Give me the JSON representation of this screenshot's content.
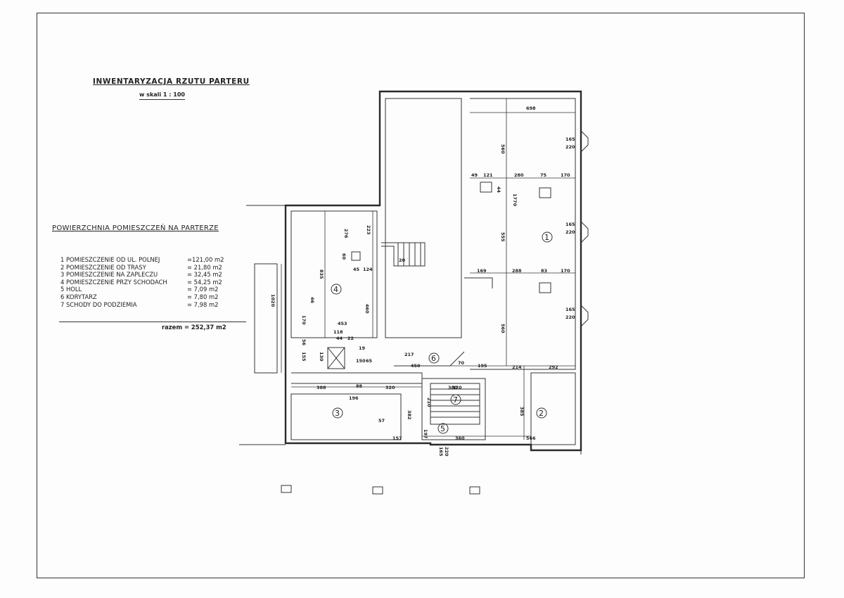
{
  "title": "INWENTARYZACJA RZUTU PARTERU",
  "scale": "w skali 1 : 100",
  "area_heading": "POWIERZCHNIA POMIESZCZEŃ NA PARTERZE",
  "rooms": [
    {
      "name": "1 POMIESZCZENIE OD UL. POLNEJ",
      "area": "=121,00 m2"
    },
    {
      "name": "2 POMIESZCZENIE OD TRASY",
      "area": "= 21,80 m2"
    },
    {
      "name": "3 POMIESZCZENIE NA ZAPLECZU",
      "area": "= 32,45 m2"
    },
    {
      "name": "4 POMIESZCZENIE PRZY SCHODACH",
      "area": "= 54,25 m2"
    },
    {
      "name": "5 HOLL",
      "area": "= 7,09 m2"
    },
    {
      "name": "6 KORYTARZ",
      "area": "= 7,80 m2"
    },
    {
      "name": "7 SCHODY DO PODZIEMIA",
      "area": "= 7,98 m2"
    }
  ],
  "total": "razem = 252,37 m2",
  "room_labels": [
    "1",
    "2",
    "3",
    "4",
    "5",
    "6",
    "7"
  ],
  "dimensions": [
    "698",
    "560",
    "165",
    "220",
    "49",
    "121",
    "280",
    "75",
    "170",
    "44",
    "1770",
    "555",
    "169",
    "288",
    "83",
    "560",
    "214",
    "292",
    "70",
    "195",
    "450",
    "217",
    "385",
    "566",
    "360",
    "165",
    "220",
    "157",
    "57",
    "197",
    "210",
    "382",
    "388",
    "88",
    "320",
    "196",
    "130",
    "155",
    "56",
    "170",
    "835",
    "453",
    "118",
    "44",
    "22",
    "19",
    "150",
    "65",
    "276",
    "223",
    "46",
    "60",
    "45",
    "124",
    "460",
    "1020",
    "20",
    "380"
  ],
  "colors": {
    "line": "#2a2a2a",
    "paper": "#fdfdfd"
  }
}
